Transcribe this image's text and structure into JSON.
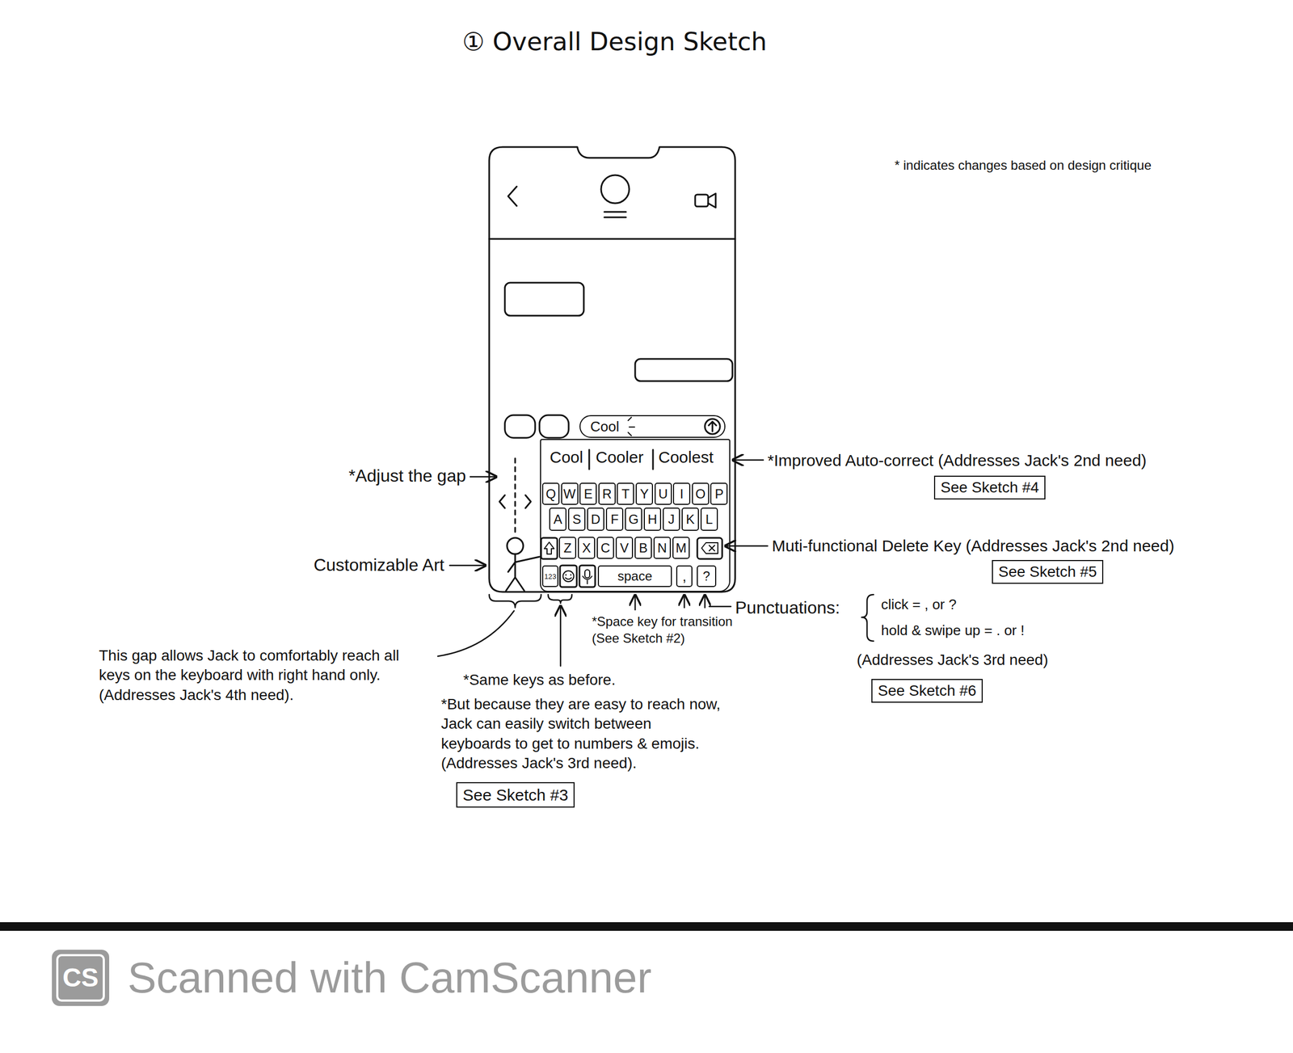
{
  "diagram": {
    "title": "① Overall Design Sketch",
    "nodes": [
      {
        "text": [
          "Cool"
        ]
      },
      {
        "text": [
          "Cool",
          "Cooler",
          "Coolest"
        ]
      },
      {
        "text": [
          "Q"
        ],
        "in": 1
      },
      {
        "text": [
          "W"
        ],
        "in": 1
      },
      {
        "text": [
          "E"
        ],
        "in": 1
      },
      {
        "text": [
          "R"
        ],
        "in": 1
      },
      {
        "text": [
          "T"
        ],
        "in": 1
      },
      {
        "text": [
          "Y"
        ],
        "in": 1
      },
      {
        "text": [
          "U"
        ],
        "in": 1
      },
      {
        "text": [
          "I"
        ],
        "in": 1
      },
      {
        "text": [
          "O"
        ],
        "in": 1
      },
      {
        "text": [
          "P"
        ],
        "in": 1
      },
      {
        "text": [
          "A"
        ],
        "in": 1
      },
      {
        "text": [
          "S"
        ],
        "in": 1
      },
      {
        "text": [
          "D"
        ],
        "in": 1
      },
      {
        "text": [
          "F"
        ],
        "in": 1
      },
      {
        "text": [
          "G"
        ],
        "in": 1
      },
      {
        "text": [
          "H"
        ],
        "in": 1
      },
      {
        "text": [
          "J"
        ],
        "in": 1
      },
      {
        "text": [
          "K"
        ],
        "in": 1
      },
      {
        "text": [
          "L"
        ],
        "in": 1
      },
      {
        "text": [
          "Z"
        ],
        "in": 1
      },
      {
        "text": [
          "X"
        ],
        "in": 1
      },
      {
        "text": [
          "C"
        ],
        "in": 1
      },
      {
        "text": [
          "V"
        ],
        "in": 1
      },
      {
        "text": [
          "B"
        ],
        "in": 1
      },
      {
        "text": [
          "N"
        ],
        "in": 1
      },
      {
        "text": [
          "M"
        ],
        "in": 1
      },
      {
        "text": [
          "123"
        ],
        "in": 1
      },
      {
        "text": [
          "space"
        ],
        "in": 1
      },
      {
        "text": [
          ","
        ],
        "in": 1
      },
      {
        "text": [
          "?"
        ],
        "in": 1
      },
      {
        "text": [
          "See Sketch #4"
        ]
      },
      {
        "text": [
          "See Sketch #5"
        ]
      },
      {
        "text": [
          "See Sketch #3"
        ]
      },
      {
        "text": [
          "See Sketch #6"
        ]
      }
    ],
    "labels": [
      "* indicates changes based on design critique",
      "*Adjust the gap",
      "Customizable Art",
      "*Improved Auto-correct (Addresses Jack's 2nd need)",
      "Muti-functional Delete Key (Addresses Jack's 2nd need)",
      "*Space key for transition (See Sketch #2)",
      "Punctuations:",
      "click = , or ?",
      "hold & swipe up = . or !",
      "(Addresses Jack's 3rd need)",
      "This gap allows Jack to comfortably reach all keys on the keyboard with right hand only. (Addresses Jack's 4th need).",
      "*Same keys as before.",
      "*But because they are easy to reach now, Jack can easily switch between keyboards to get to numbers & emojis. (Addresses Jack's 3rd need).",
      "CS",
      "Scanned with CamScanner"
    ]
  }
}
